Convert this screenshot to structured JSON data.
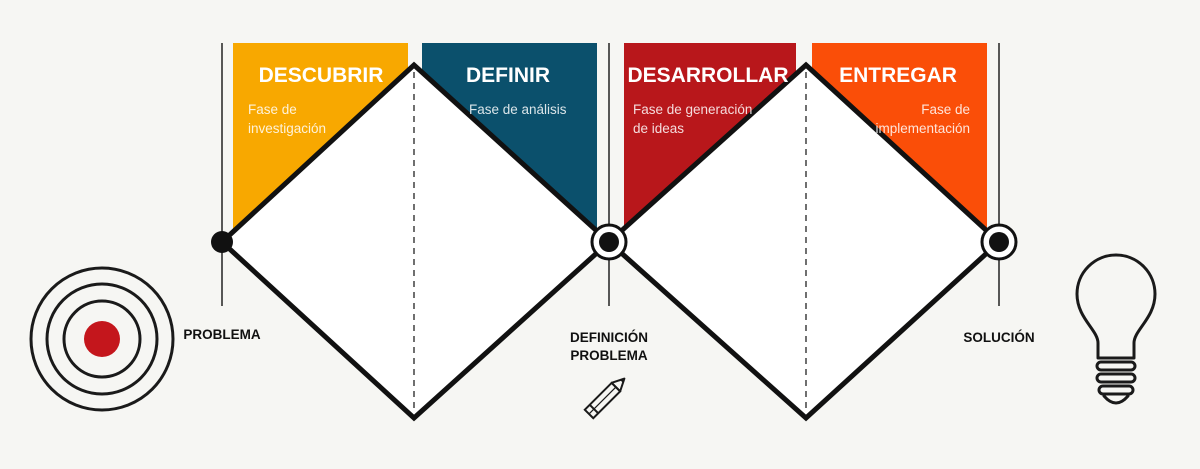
{
  "colors": {
    "background": "#f6f6f3",
    "discover": "#f8a800",
    "define": "#0b506c",
    "develop": "#b8171b",
    "deliver": "#fa4e08",
    "outline": "#111111",
    "target_center": "#c4161c"
  },
  "phases": [
    {
      "title": "DESCUBRIR",
      "subtitle_lines": [
        "Fase de",
        "investigación"
      ]
    },
    {
      "title": "DEFINIR",
      "subtitle_lines": [
        "Fase de análisis"
      ]
    },
    {
      "title": "DESARROLLAR",
      "subtitle_lines": [
        "Fase de generación",
        "de ideas"
      ]
    },
    {
      "title": "ENTREGAR",
      "subtitle_lines": [
        "Fase de",
        "implementación"
      ]
    }
  ],
  "milestones": [
    {
      "label_lines": [
        "PROBLEMA"
      ]
    },
    {
      "label_lines": [
        "DEFINICIÓN",
        "PROBLEMA"
      ]
    },
    {
      "label_lines": [
        "SOLUCIÓN"
      ]
    }
  ],
  "icons": [
    "target-icon",
    "pencil-icon",
    "lightbulb-icon"
  ]
}
